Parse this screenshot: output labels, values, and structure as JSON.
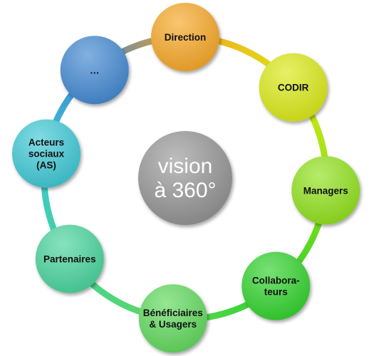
{
  "diagram": {
    "center": {
      "lines": [
        "vision",
        "à 360°"
      ],
      "color": "#9a9a9a"
    },
    "nodes": [
      {
        "id": "direction",
        "lines": [
          "Direction"
        ],
        "color": "#f5a623"
      },
      {
        "id": "codir",
        "lines": [
          "CODIR"
        ],
        "color": "#d9e814"
      },
      {
        "id": "managers",
        "lines": [
          "Managers"
        ],
        "color": "#8ee01a"
      },
      {
        "id": "collaborateurs",
        "lines": [
          "Collabora-",
          "teurs"
        ],
        "color": "#2fd12a"
      },
      {
        "id": "beneficiaires",
        "lines": [
          "Bénéficiaires",
          "& Usagers"
        ],
        "color": "#5ed85a"
      },
      {
        "id": "partenaires",
        "lines": [
          "Partenaires"
        ],
        "color": "#46d39a"
      },
      {
        "id": "acteurs-sociaux",
        "lines": [
          "Acteurs",
          "sociaux",
          "(AS)"
        ],
        "color": "#3bc7d4"
      },
      {
        "id": "ellipsis",
        "lines": [
          "…"
        ],
        "color": "#3f86d0"
      }
    ],
    "ring_colors": [
      "#f0a530",
      "#e4e92e",
      "#9fe02a",
      "#37cc46",
      "#4fd77a",
      "#4cc7c6",
      "#4aa8dc",
      "#3f8ed3"
    ]
  }
}
